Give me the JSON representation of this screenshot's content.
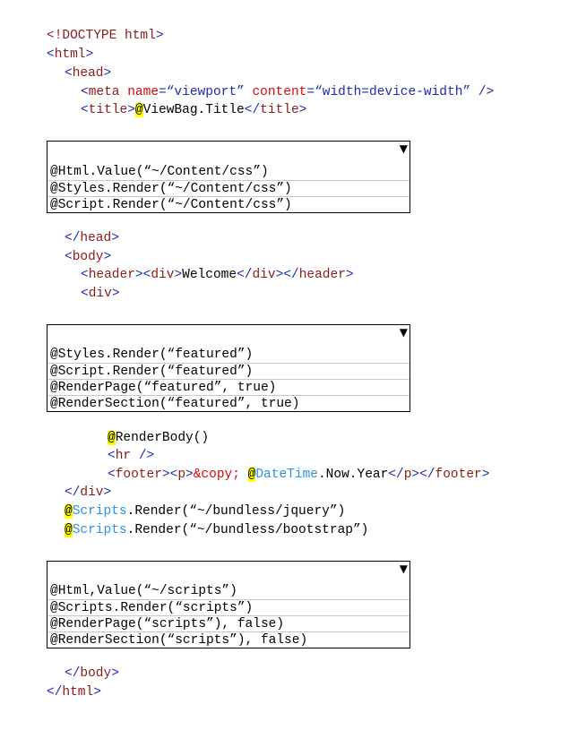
{
  "code": {
    "doctype": "!DOCTYPE",
    "doctype_html": "html",
    "html_tag": "html",
    "head_tag": "head",
    "meta_tag": "meta",
    "meta_name_attr": "name",
    "meta_name_val": "“viewport”",
    "meta_content_attr": "content",
    "meta_content_val": "“width=device-width”",
    "title_tag": "title",
    "at": "@",
    "viewbag_title": "ViewBag.Title",
    "head_close": "/head",
    "body_tag": "body",
    "header_tag": "header",
    "div_tag": "div",
    "welcome": "Welcome",
    "header_close": "/header",
    "div_close": "/div",
    "render_body": "RenderBody()",
    "hr_tag": "hr",
    "hr_slash": "/",
    "footer_tag": "footer",
    "p_tag": "p",
    "copy_entity": "&copy;",
    "datetime_kw": "DateTime",
    "now_year": ".Now.Year",
    "p_close": "/p",
    "footer_close": "/footer",
    "scripts_kw": "Scripts",
    "render_jquery": ".Render(“~/bundless/jquery”)",
    "render_bootstrap": ".Render(“~/bundless/bootstrap”)",
    "body_close": "/body",
    "html_close": "/html"
  },
  "dropdowns": {
    "arrow": "▼",
    "css": {
      "options": [
        "@Html.Value(“~/Content/css”)",
        "@Styles.Render(“~/Content/css”)",
        "@Script.Render(“~/Content/css”)"
      ]
    },
    "featured": {
      "options": [
        "@Styles.Render(“featured”)",
        "@Script.Render(“featured”)",
        "@RenderPage(“featured”, true)",
        "@RenderSection(“featured”, true)"
      ]
    },
    "scripts": {
      "options": [
        "@Html,Value(“~/scripts”)",
        "@Scripts.Render(“scripts”)",
        "@RenderPage(“scripts”), false)",
        "@RenderSection(“scripts”), false)"
      ]
    }
  },
  "colors": {
    "tag": "#8b1a1a",
    "bracket": "#1f2ca8",
    "attribute": "#d10a0a",
    "keyword": "#2b91e0",
    "highlight": "#ffff00"
  }
}
